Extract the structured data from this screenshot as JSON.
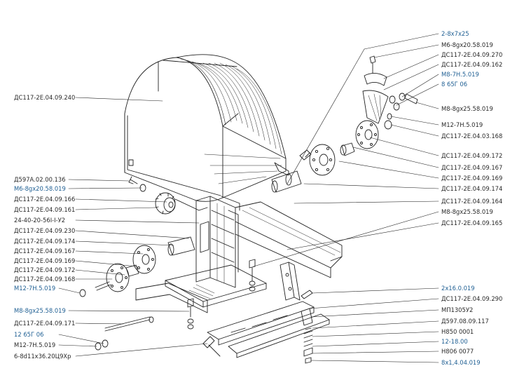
{
  "colors": {
    "ink": "#222222",
    "label": "#2a2a2a",
    "link": "#1f5f93",
    "background": "#ffffff"
  },
  "labels_left": [
    {
      "id": "l01",
      "text": "ДС117-2Е.04.09.240",
      "link": false
    },
    {
      "id": "l02",
      "text": "Д597А.02.00.136",
      "link": false
    },
    {
      "id": "l03",
      "text": "М6-8gх20.58.019",
      "link": true
    },
    {
      "id": "l04",
      "text": "ДС117-2Е.04.09.166",
      "link": false
    },
    {
      "id": "l05",
      "text": "ДС117-2Е.04.09.161",
      "link": false
    },
    {
      "id": "l06",
      "text": "24-40-20-56I-I-У2",
      "link": false
    },
    {
      "id": "l07",
      "text": "ДС117-2Е.04.09.230",
      "link": false
    },
    {
      "id": "l08",
      "text": "ДС117-2Е.04.09.174",
      "link": false
    },
    {
      "id": "l09",
      "text": "ДС117-2Е.04.09.167",
      "link": false
    },
    {
      "id": "l10",
      "text": "ДС117-2Е.04.09.169",
      "link": false
    },
    {
      "id": "l11",
      "text": "ДС117-2Е.04.09.172",
      "link": false
    },
    {
      "id": "l12",
      "text": "ДС117-2Е.04.09.168",
      "link": false
    },
    {
      "id": "l13",
      "text": "М12-7Н.5.019",
      "link": true
    },
    {
      "id": "l14",
      "text": "М8-8gх25.58.019",
      "link": true
    },
    {
      "id": "l15",
      "text": "ДС117-2Е.04.09.171",
      "link": false
    },
    {
      "id": "l16",
      "text": "12 65Г 06",
      "link": true
    },
    {
      "id": "l17",
      "text": "М12-7Н.5.019",
      "link": false
    },
    {
      "id": "l18",
      "text": "6-8d11х36.20Ц9Хр",
      "link": false
    }
  ],
  "labels_right": [
    {
      "id": "r01",
      "text": "2-8х7х25",
      "link": true
    },
    {
      "id": "r02",
      "text": "М6-8gх20.58.019",
      "link": false
    },
    {
      "id": "r03",
      "text": "ДС117-2Е.04.09.270",
      "link": false
    },
    {
      "id": "r04",
      "text": "ДС117-2Е.04.09.162",
      "link": false
    },
    {
      "id": "r05",
      "text": "М8-7Н.5.019",
      "link": true
    },
    {
      "id": "r06",
      "text": "8 65Г 06",
      "link": true
    },
    {
      "id": "r07",
      "text": "М8-8gх25.58.019",
      "link": false
    },
    {
      "id": "r08",
      "text": "М12-7Н.5.019",
      "link": false
    },
    {
      "id": "r09",
      "text": "ДС117-2Е.04.03.168",
      "link": false
    },
    {
      "id": "r10",
      "text": "ДС117-2Е.04.09.172",
      "link": false
    },
    {
      "id": "r11",
      "text": "ДС117-2Е.04.09.167",
      "link": false
    },
    {
      "id": "r12",
      "text": "ДС117-2Е.04.09.169",
      "link": false
    },
    {
      "id": "r13",
      "text": "ДС117-2Е.04.09.174",
      "link": false
    },
    {
      "id": "r14",
      "text": "ДС117-2Е.04.09.164",
      "link": false
    },
    {
      "id": "r15",
      "text": "М8-8gх25.58.019",
      "link": false
    },
    {
      "id": "r16",
      "text": "ДС117-2Е.04.09.165",
      "link": false
    },
    {
      "id": "r17",
      "text": "2х16.0.019",
      "link": true
    },
    {
      "id": "r18",
      "text": "ДС117-2Е.04.09.290",
      "link": false
    },
    {
      "id": "r19",
      "text": "МП1305У2",
      "link": false
    },
    {
      "id": "r20",
      "text": "Д597.08.09.117",
      "link": false
    },
    {
      "id": "r21",
      "text": "Н850 0001",
      "link": false
    },
    {
      "id": "r22",
      "text": "12-18.00",
      "link": true
    },
    {
      "id": "r23",
      "text": "Н806 0077",
      "link": false
    },
    {
      "id": "r24",
      "text": "8х1,4.04.019",
      "link": true
    }
  ]
}
